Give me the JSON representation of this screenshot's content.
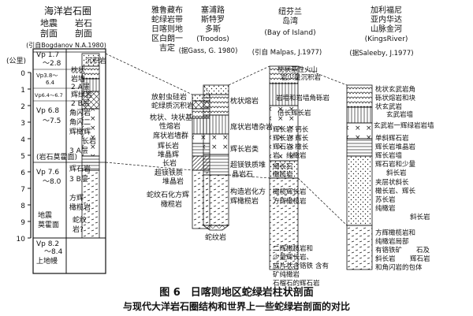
{
  "col1": {
    "title": "海洋岩石圈",
    "sub1": "地震",
    "sub2": "剖面",
    "sub3": "岩石",
    "sub4": "剖面",
    "ref": "(引自Bogdanov N.A.1980)",
    "unit": "(公里)",
    "vp1a": "Vp 1.7",
    "vp1b": "～2.8",
    "vp2a": "Vp3.8～",
    "vp2b": "6.4",
    "vp3a": "Vp6.4～6.7",
    "vp4a": "Vp 6.8",
    "vp4b": "～7.5",
    "moho1": "(岩石莫霍面)",
    "vp5a": "Vp 7.6",
    "vp5b": "～8.0",
    "rockA": "沉积岩",
    "rockB1": "枕状",
    "rockB2": "岩墙",
    "rockB3": "2 A层",
    "rockC1": "辉绿岩",
    "rockC2": "2 B层",
    "rockD1": "角闪岩",
    "rockD2": "角闪二",
    "rockD3": "辉橄辉",
    "rockD4": "长岩",
    "rockD5": "3 A层",
    "rockE1": "辉石岩",
    "rockE2": "3 B层",
    "rockF1": "方辉",
    "rockF2": "橄榄岩",
    "rockG1": "蛇纹",
    "rockG2": "岩?",
    "bot1": "地震",
    "bot2": "莫霍面",
    "bot3": "Vp 8.2",
    "bot4": "～8.4",
    "bot5": "上地幔",
    "scale": [
      "0",
      "1",
      "2",
      "3",
      "4",
      "5",
      "6",
      "7",
      "8",
      "9",
      "10"
    ]
  },
  "col2": {
    "title": [
      "雅鲁藏布",
      "蛇绿岩带",
      "日喀则地",
      "区白朗一",
      "吉定"
    ],
    "labels": [
      "放射虫硅岩",
      "蛇绿质沉积岩",
      "枕状、块状基",
      "性熔岩",
      "席状岩墙群",
      "辉长岩",
      "堆晶辉",
      "长岩",
      "超镁铁质",
      "堆晶岩",
      "蛇纹石化方辉",
      "橄榄岩"
    ]
  },
  "col3": {
    "title": [
      "塞浦路",
      "斯特罗",
      "多斯",
      "(Troodos)"
    ],
    "ref": "(据Gass, G. 1980)",
    "labels": [
      "枕状熔岩",
      "席状岩墙杂岩",
      "辉长岩类",
      "超镁铁质堆",
      "晶岩石",
      "构造岩化方",
      "辉橄榄岩",
      "蛇纹岩"
    ]
  },
  "col4": {
    "title": [
      "纽芬兰",
      "岛湾",
      "(Bay of Island)"
    ],
    "ref": "(引自 Malpas, J.1977)",
    "labels": [
      "枕状基性火山",
      "岩少量沉积岩",
      "岩墙和岩墙角砾岩",
      "倍长辉长岩",
      "辉长岩 钙长",
      "辉长岩 辉长",
      "辉石岩 橄长",
      "岩、纯橄岩",
      "细长石",
      "橄榄岩",
      "橄榄辉长岩",
      "方辉橄榄岩",
      "二辉橄榄岩和",
      "少量辉长岩、",
      "成片状含铬铁",
      "矿纯橄岩",
      "含有",
      "石榴石的辉石岩"
    ]
  },
  "col5": {
    "title": [
      "加利福尼",
      "亚内华达",
      "山脉金河",
      "(KingsRiver)"
    ],
    "ref": "(据Saleeby, J.1977)",
    "labels": [
      "枕状玄武岩角",
      "砾状熔岩和块",
      "状玄武岩",
      "玄武岩墙",
      "玄武岩一辉绿岩岩墙",
      "单斜辉石岩",
      "辉长岩堆晶岩",
      "辉长岩墙",
      "辉石岩和少量",
      "斜长岩",
      "夹层状斜长",
      "橄长岩、辉长",
      "苏长岩",
      "纯橄岩",
      "斜长岩",
      "方辉橄榄岩和",
      "纯橄岩局部",
      "有铬铁矿",
      "石及",
      "斜长岩",
      "辉石岩",
      "和角闪岩的包体"
    ]
  },
  "caption1": "图 6　日喀则地区蛇绿岩柱状剖面",
  "caption2": "与现代大洋岩石圈结构和世界上一些蛇绿岩剖面的对比"
}
